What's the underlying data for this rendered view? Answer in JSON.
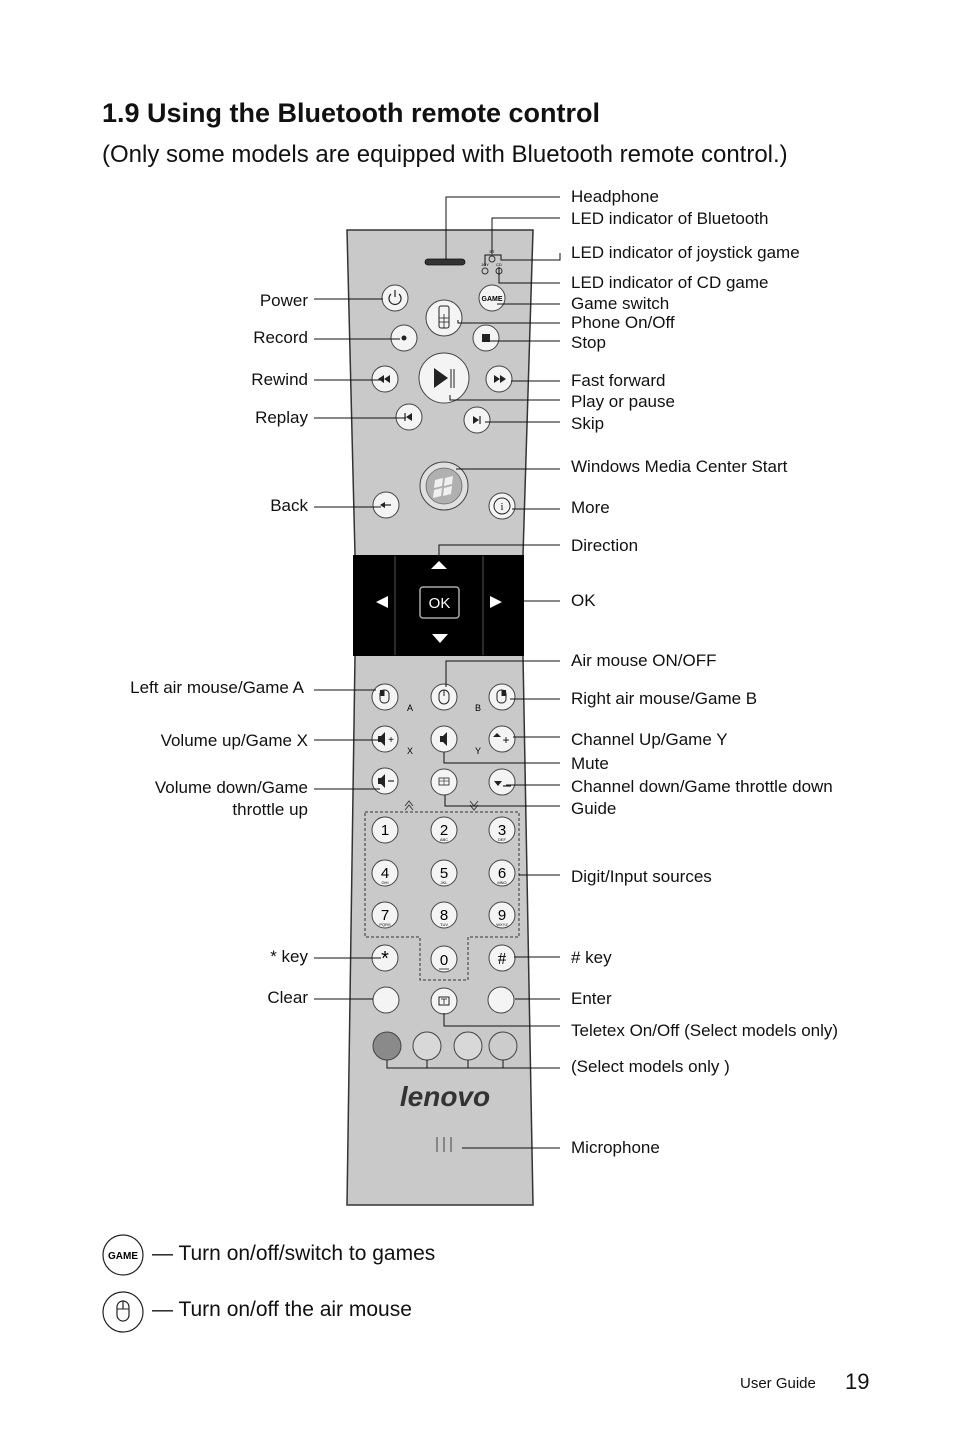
{
  "heading": {
    "title": "1.9 Using the Bluetooth remote control",
    "subtitle": "(Only some models are equipped with Bluetooth remote control.)"
  },
  "right_labels": {
    "headphone": "Headphone",
    "led_bluetooth": "LED indicator of Bluetooth",
    "led_joystick": "LED indicator of joystick game",
    "led_cd": "LED indicator of CD game",
    "game_switch": "Game switch",
    "phone": "Phone On/Off",
    "stop": "Stop",
    "fast_forward": "Fast forward",
    "play_pause": "Play or pause",
    "skip": "Skip",
    "wmc_start": "Windows Media Center Start",
    "more": "More",
    "direction": "Direction",
    "ok": "OK",
    "air_mouse": "Air mouse ON/OFF",
    "right_air_mouse": "Right air mouse/Game B",
    "channel_up": "Channel Up/Game Y",
    "mute": "Mute",
    "channel_down": "Channel down/Game throttle down",
    "guide": "Guide",
    "digit": "Digit/Input sources",
    "hash_key": "# key",
    "enter": "Enter",
    "teletex": "Teletex On/Off (Select models only)",
    "select_models": "(Select models only )",
    "microphone": "Microphone"
  },
  "left_labels": {
    "power": "Power",
    "record": "Record",
    "rewind": "Rewind",
    "replay": "Replay",
    "back": "Back",
    "left_air_mouse": "Left air mouse/Game A",
    "volume_up": "Volume up/Game X",
    "volume_down_1": "Volume down/Game",
    "volume_down_2": "throttle up",
    "star_key": "* key",
    "clear": "Clear"
  },
  "remote": {
    "game_btn": "GAME",
    "ok_btn": "OK",
    "letter_a": "A",
    "letter_b": "B",
    "letter_x": "X",
    "letter_y": "Y",
    "brand": "lenovo",
    "led_bt_mark": "BT",
    "led_joy_mark": "JOY",
    "led_cd_mark": "CD",
    "keys": [
      {
        "digit": "1",
        "letters": ""
      },
      {
        "digit": "2",
        "letters": "ABC"
      },
      {
        "digit": "3",
        "letters": "DEF"
      },
      {
        "digit": "4",
        "letters": "GHI"
      },
      {
        "digit": "5",
        "letters": "JKL"
      },
      {
        "digit": "6",
        "letters": "MNO"
      },
      {
        "digit": "7",
        "letters": "PQRS"
      },
      {
        "digit": "8",
        "letters": "TUV"
      },
      {
        "digit": "9",
        "letters": "WXYZ"
      }
    ],
    "star": "*",
    "zero": "0",
    "hash": "#"
  },
  "legend": {
    "game_icon_text": "GAME",
    "game_text": "— Turn on/off/switch to games",
    "mouse_text": "— Turn on/off the air mouse"
  },
  "footer": {
    "label": "User Guide",
    "page": "19"
  },
  "colors": {
    "remote_body": "#c9c9c9",
    "dpad": "#000000",
    "color_btn_dark": "#8a8a8a",
    "color_btn_light": "#d8d8d8"
  }
}
